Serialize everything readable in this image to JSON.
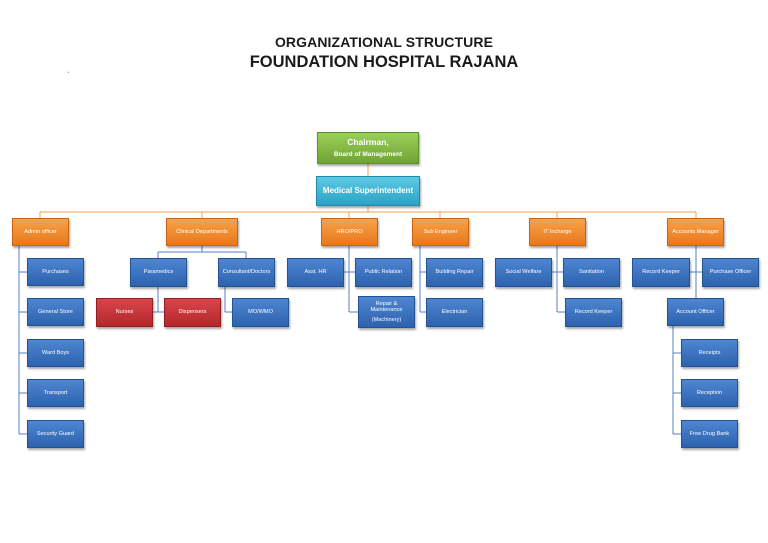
{
  "title_line1": "ORGANIZATIONAL STRUCTURE",
  "title_line2": "FOUNDATION HOSPITAL RAJANA",
  "stray_mark": "`",
  "colors": {
    "green": "#7cb342",
    "teal": "#31b0d5",
    "orange": "#f0852b",
    "blue": "#3a6fbd",
    "red": "#c0343a",
    "connector_orange": "#f0a050",
    "connector_blue": "#5580c0"
  },
  "top": {
    "chairman_line1": "Chairman,",
    "chairman_line2": "Board of Management",
    "medical_superintendent": "Medical Superintendent"
  },
  "departments": {
    "admin": {
      "head": "Admin officer",
      "items": [
        "Purchases",
        "General Store",
        "Ward Boys",
        "Transport",
        "Security Guard"
      ]
    },
    "clinical": {
      "head": "Clinical Departments",
      "paramedics": "Paramedics",
      "consultants": "Consultant/Doctors",
      "nurses": "Nurses",
      "dispensers": "Dispensers",
      "mo_wmo": "MO/WMO"
    },
    "hro": {
      "head": "HRO/PRO",
      "asst_hr": "Asst. HR",
      "public_relation": "Public Relation",
      "repair_line1": "Repair &",
      "repair_line2": "Maintenance",
      "repair_line3": "(Machinery)"
    },
    "sub_engineer": {
      "head": "Sub Engineer",
      "items": [
        "Building Repair",
        "Electrician"
      ]
    },
    "it": {
      "head": "IT Incharge",
      "social_welfare": "Social Welfare",
      "sanitation": "Sanitation",
      "record_keeper": "Record Keeper"
    },
    "accounts": {
      "head": "Accounts Manager",
      "record_keeper": "Record Keeper",
      "purchase_officer": "Purchase Officer",
      "account_officer": "Account Officer",
      "items": [
        "Receipts",
        "Reception",
        "Free Drug Bank"
      ]
    }
  }
}
